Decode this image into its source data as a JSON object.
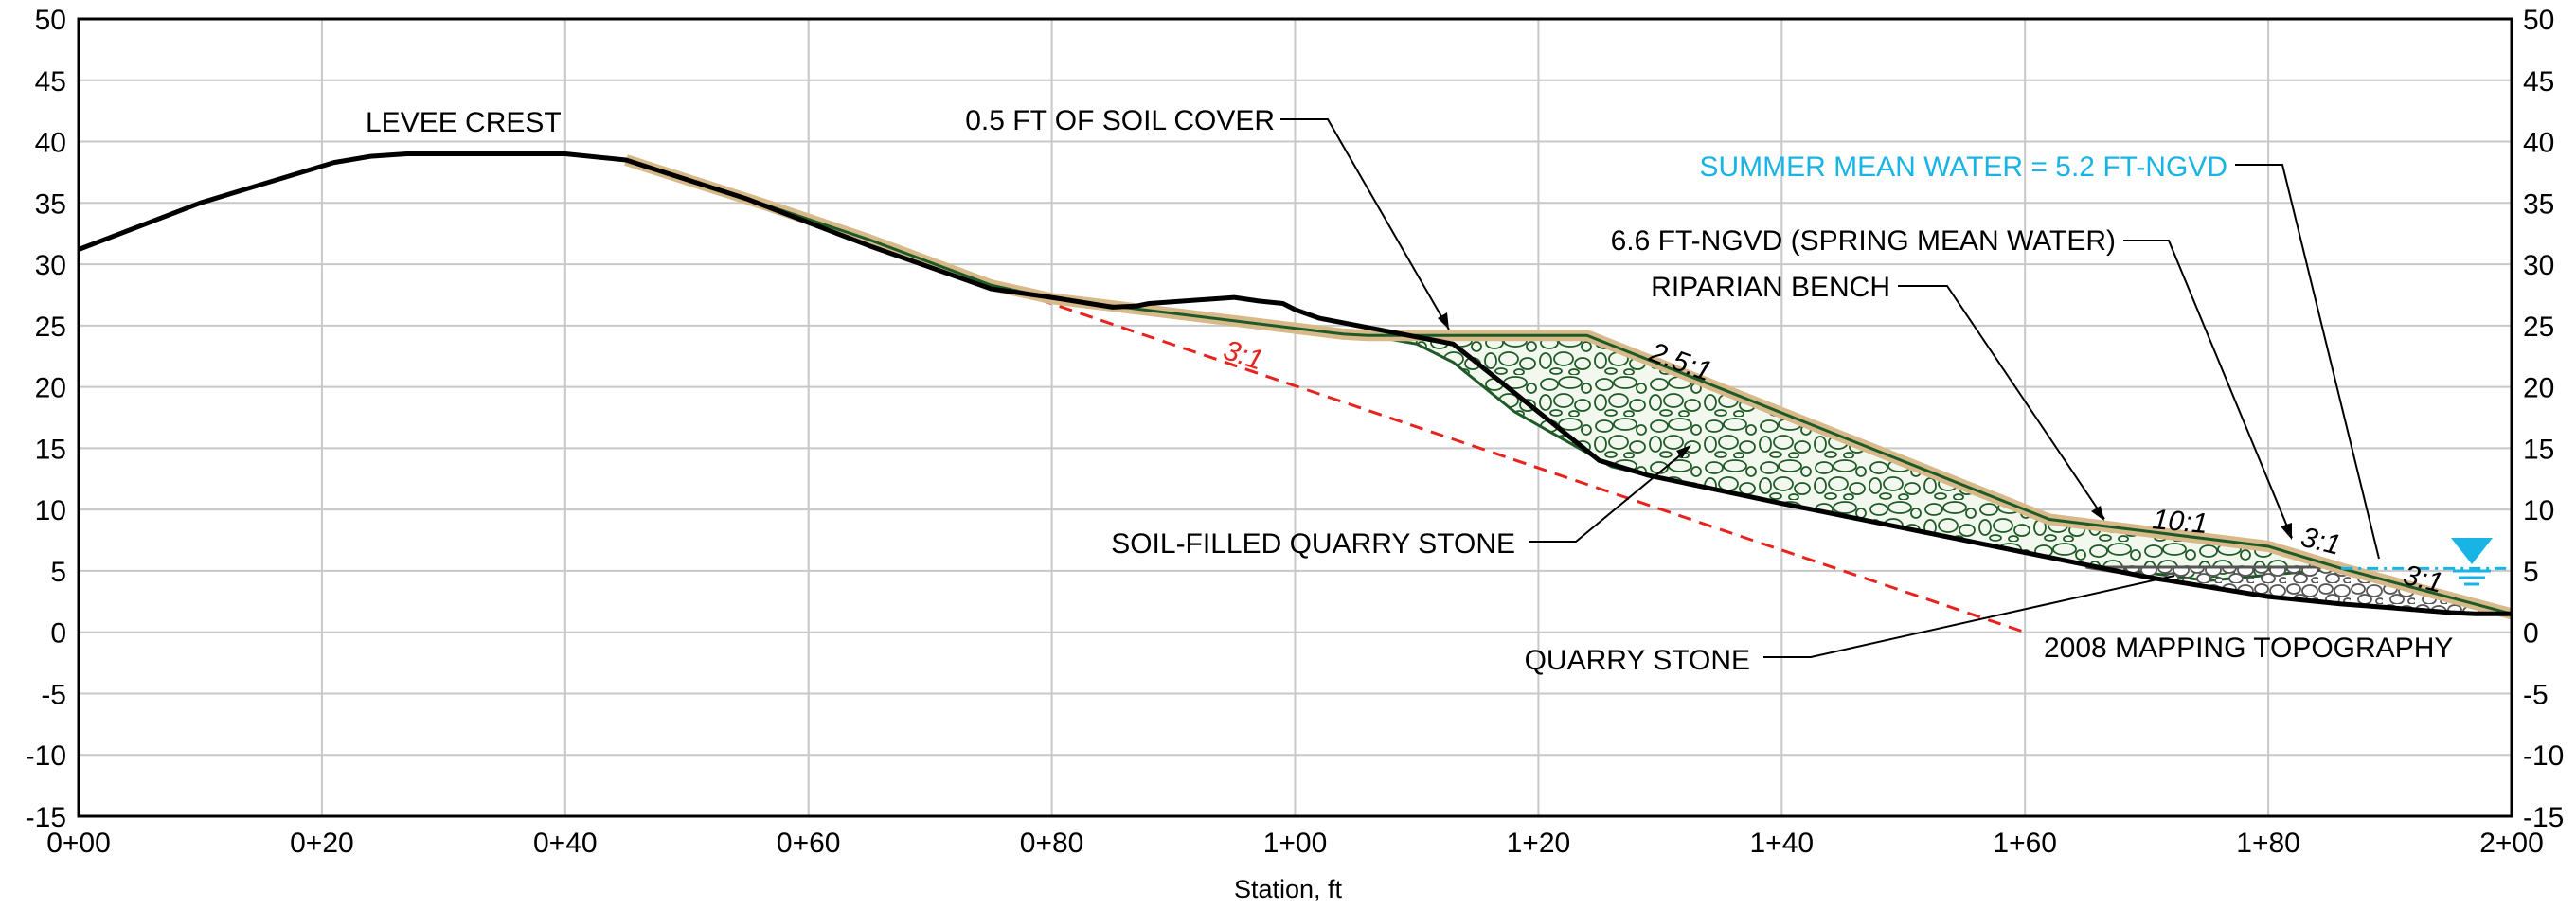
{
  "title": "",
  "xlabel": "Station, ft",
  "colors": {
    "topography": "#000000",
    "soil_cover": "#d7b98a",
    "riprap_outline": "#1e5a28",
    "riprap_fill": "#f3f8ee",
    "quarry_stone": "#555555",
    "slope_line": "#e8231e",
    "water": "#19b4e6",
    "grid": "#c8c8c8"
  },
  "axes": {
    "x_range": [
      0,
      200
    ],
    "y_range": [
      -15,
      50
    ],
    "x_ticks": [
      {
        "v": 0,
        "label": "0+00"
      },
      {
        "v": 20,
        "label": "0+20"
      },
      {
        "v": 40,
        "label": "0+40"
      },
      {
        "v": 60,
        "label": "0+60"
      },
      {
        "v": 80,
        "label": "0+80"
      },
      {
        "v": 100,
        "label": "1+00"
      },
      {
        "v": 120,
        "label": "1+20"
      },
      {
        "v": 140,
        "label": "1+40"
      },
      {
        "v": 160,
        "label": "1+60"
      },
      {
        "v": 180,
        "label": "1+80"
      },
      {
        "v": 200,
        "label": "2+00"
      }
    ],
    "y_ticks": [
      50,
      45,
      40,
      35,
      30,
      25,
      20,
      15,
      10,
      5,
      0,
      -5,
      -10,
      -15
    ],
    "grid": true
  },
  "profile": {
    "existing_topography": [
      [
        0,
        31.2
      ],
      [
        10,
        35
      ],
      [
        21,
        38.3
      ],
      [
        24,
        38.8
      ],
      [
        27,
        39
      ],
      [
        40,
        39
      ],
      [
        45,
        38.5
      ],
      [
        55,
        35.3
      ],
      [
        65,
        31.5
      ],
      [
        75,
        28
      ],
      [
        80,
        27.3
      ],
      [
        85,
        26.5
      ],
      [
        87,
        26.6
      ],
      [
        88,
        26.8
      ],
      [
        95,
        27.3
      ],
      [
        97,
        27
      ],
      [
        99,
        26.8
      ],
      [
        100,
        26.3
      ],
      [
        102,
        25.6
      ],
      [
        113,
        23.5
      ],
      [
        125,
        14
      ],
      [
        129,
        12.8
      ],
      [
        140,
        10.5
      ],
      [
        150,
        8.5
      ],
      [
        160,
        6.5
      ],
      [
        170,
        4.5
      ],
      [
        180,
        2.9
      ],
      [
        186,
        2.3
      ],
      [
        190,
        2
      ],
      [
        195,
        1.6
      ],
      [
        197,
        1.5
      ],
      [
        200,
        1.5
      ]
    ],
    "finished_grade": [
      [
        45,
        38.5
      ],
      [
        56,
        35
      ],
      [
        65,
        32
      ],
      [
        75,
        28.3
      ],
      [
        80,
        27.2
      ],
      [
        104,
        24.3
      ],
      [
        106,
        24.2
      ],
      [
        124,
        24.2
      ],
      [
        162,
        9.2
      ],
      [
        180,
        7
      ],
      [
        186,
        5.2
      ],
      [
        200,
        1.5
      ]
    ],
    "riprap_bench": [
      [
        106,
        24.2
      ],
      [
        124,
        24.2
      ],
      [
        162,
        9.2
      ],
      [
        180,
        7
      ],
      [
        186,
        5.2
      ],
      [
        175,
        4.2
      ],
      [
        165,
        5.5
      ],
      [
        160,
        6.5
      ],
      [
        150,
        8.5
      ],
      [
        140,
        10.5
      ],
      [
        129,
        12.8
      ],
      [
        126,
        13.5
      ],
      [
        118,
        18
      ],
      [
        113,
        22
      ],
      [
        110,
        23.5
      ],
      [
        106,
        24.2
      ]
    ],
    "quarry_stone_zone": [
      [
        165,
        5.3
      ],
      [
        186,
        5.3
      ],
      [
        190,
        4
      ],
      [
        200,
        1.5
      ],
      [
        195,
        1.6
      ],
      [
        190,
        2
      ],
      [
        186,
        2.3
      ],
      [
        180,
        2.9
      ],
      [
        170,
        4.5
      ],
      [
        165,
        5.3
      ]
    ],
    "slope_line_3to1": [
      [
        45,
        38.5
      ],
      [
        160,
        0
      ]
    ],
    "water_surface_elev": 5.2,
    "water_surface_start_station": 186
  },
  "labels": {
    "levee_crest": "LEVEE CREST",
    "soil_cover": "0.5 FT OF SOIL COVER",
    "summer_water": "SUMMER MEAN WATER = 5.2 FT-NGVD",
    "spring_water": "6.6 FT-NGVD (SPRING MEAN WATER)",
    "riparian_bench": "RIPARIAN BENCH",
    "soil_filled_stone": "SOIL-FILLED QUARRY STONE",
    "quarry_stone": "QUARRY STONE",
    "mapping_topo": "2008 MAPPING TOPOGRAPHY"
  },
  "slope_labels": {
    "upper_3to1": "3:1",
    "slope_2_5to1": "2.5:1",
    "slope_10to1": "10:1",
    "slope_3to1_a": "3:1",
    "slope_3to1_b": "3:1"
  }
}
